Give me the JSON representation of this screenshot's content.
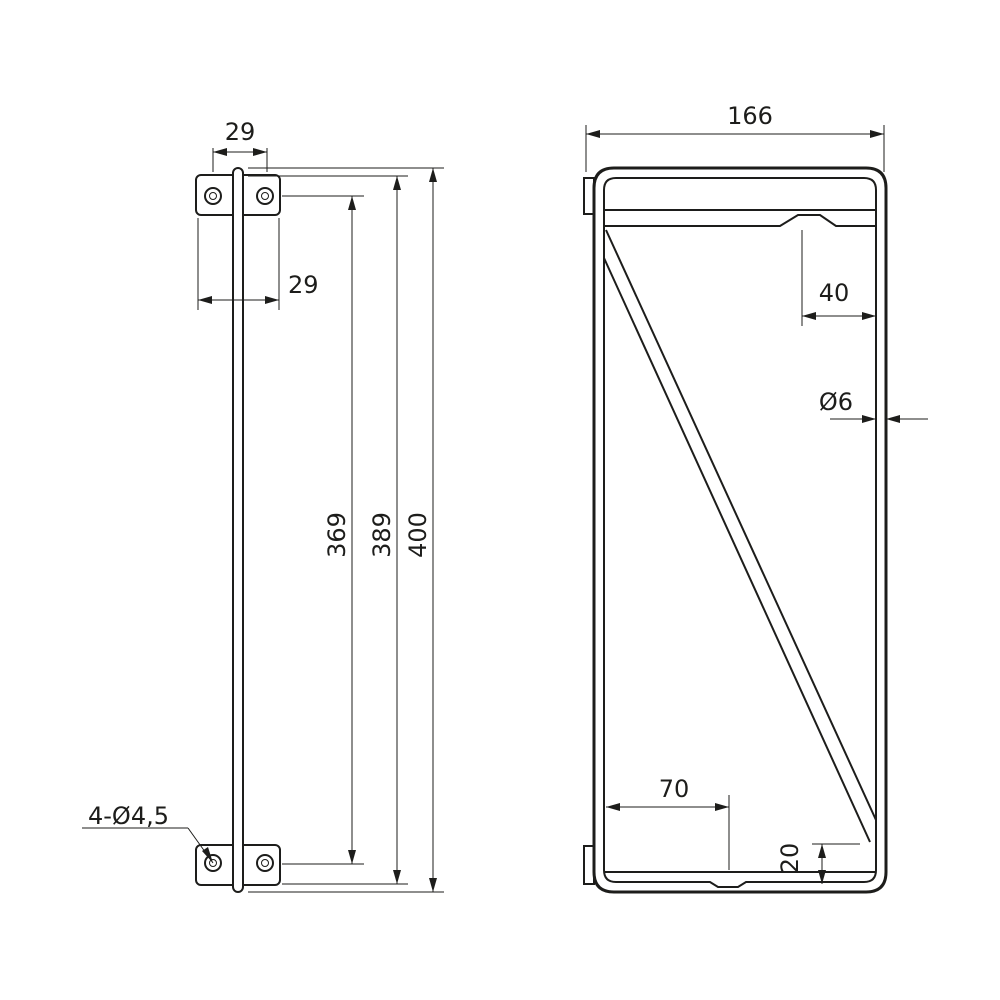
{
  "dimensions": {
    "side_bracket_width": "29",
    "side_hole_spacing": "29",
    "height_369": "369",
    "height_389": "389",
    "height_400": "400",
    "holes": "4-Ø4,5",
    "front_width": "166",
    "front_40": "40",
    "front_rod_diameter": "Ø6",
    "front_70": "70",
    "front_20": "20"
  }
}
